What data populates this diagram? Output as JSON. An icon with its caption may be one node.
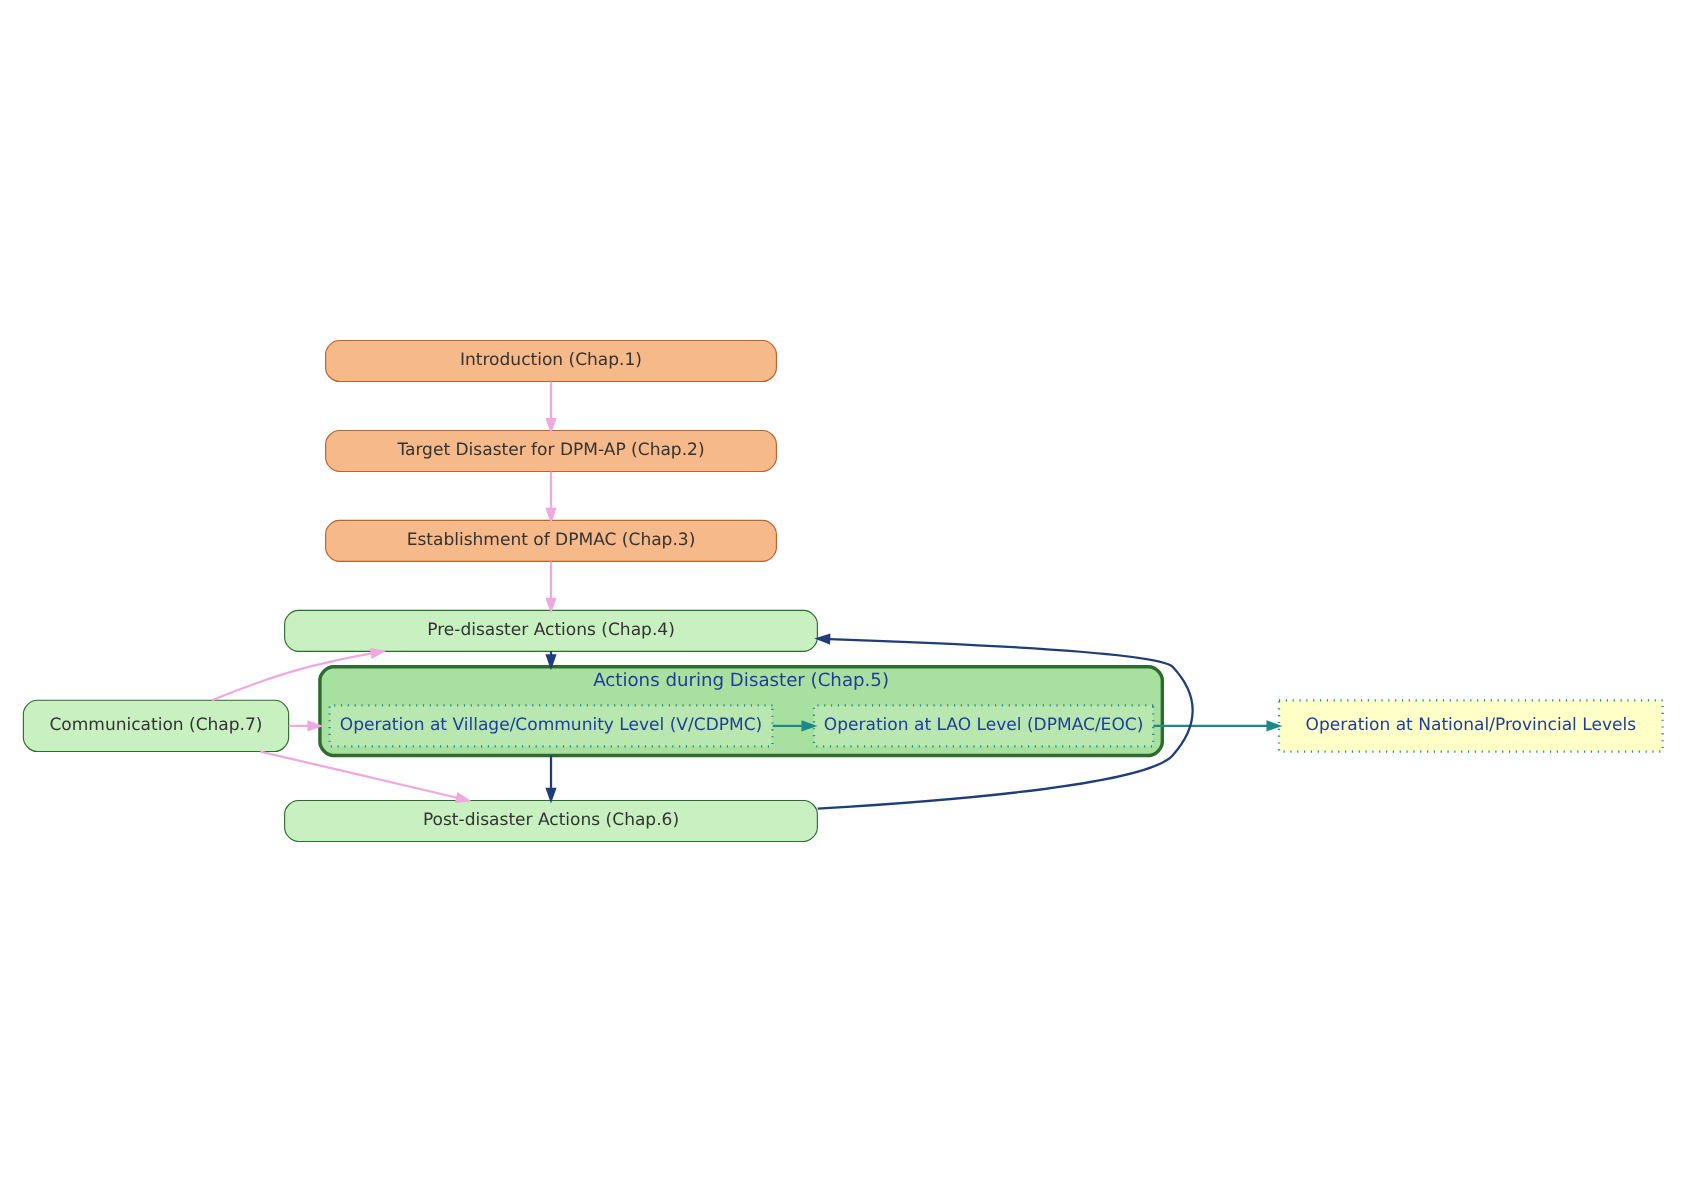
{
  "diagram": {
    "nodes": [
      {
        "text": [
          "Introduction (Chap.1)"
        ]
      },
      {
        "text": [
          "Target Disaster for DPM-AP (Chap.2)"
        ]
      },
      {
        "text": [
          "Establishment of DPMAC (Chap.3)"
        ]
      },
      {
        "text": [
          "Communication (Chap.7)"
        ]
      },
      {
        "text": [
          "Pre-disaster Actions (Chap.4)"
        ]
      },
      {
        "text": [
          "Actions during Disaster (Chap.5)"
        ]
      },
      {
        "text": [
          "Operation at Village/Community Level (V/CDPMC)"
        ],
        "in": 5
      },
      {
        "text": [
          "Operation at LAO Level (DPMAC/EOC)"
        ],
        "in": 5
      },
      {
        "text": [
          "Operation at National/Provincial Levels"
        ]
      },
      {
        "text": [
          "Post-disaster Actions (Chap.6)"
        ]
      }
    ],
    "edges": [
      {
        "from": 0,
        "to": 1,
        "arrow": "to"
      },
      {
        "from": 1,
        "to": 2,
        "arrow": "to"
      },
      {
        "from": 2,
        "to": 4,
        "arrow": "to"
      },
      {
        "from": 3,
        "to": 4,
        "arrow": "to"
      },
      {
        "from": 3,
        "to": 5,
        "arrow": "to"
      },
      {
        "from": 3,
        "to": 9,
        "arrow": "to"
      },
      {
        "from": 4,
        "to": 5,
        "arrow": "to",
        "color": "#1f3d7a"
      },
      {
        "from": 6,
        "to": 7,
        "arrow": "to",
        "color": "#1a8a8a"
      },
      {
        "from": 7,
        "to": 8,
        "arrow": "to",
        "color": "#1a8a8a"
      },
      {
        "from": 5,
        "to": 9,
        "arrow": "to",
        "color": "#1f3d7a"
      },
      {
        "from": 9,
        "to": 4,
        "arrow": "to",
        "color": "#1f3d7a"
      }
    ]
  }
}
